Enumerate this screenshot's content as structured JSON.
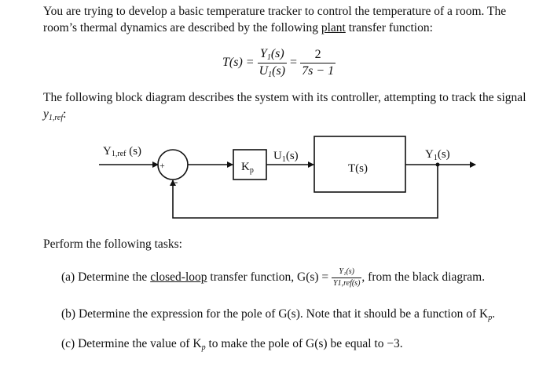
{
  "intro": {
    "line1": "You are trying to develop a basic temperature tracker to control the temperature of a room. The",
    "line2_pre": "room’s thermal dynamics are described by the following ",
    "line2_link": "plant",
    "line2_post": " transfer function:"
  },
  "equation": {
    "lhs": "T(s) =",
    "frac1_num": "Y",
    "frac1_num_sub": "1",
    "frac1_num_arg": "(s)",
    "frac1_den": "U",
    "frac1_den_sub": "1",
    "frac1_den_arg": "(s)",
    "equals": "=",
    "frac2_num": "2",
    "frac2_den": "7s − 1"
  },
  "block_intro": {
    "line1": "The following block diagram describes the system with its controller, attempting to track the signal",
    "line2_var": "y",
    "line2_sub": "1,ref",
    "line2_post": ":"
  },
  "diagram": {
    "input_label": "Y",
    "input_sub": "1,ref",
    "input_arg": " (s)",
    "plus_sign": "+",
    "minus_sign": "-",
    "gain_label": "K",
    "gain_sub": "p",
    "control_label": "U",
    "control_sub": "1",
    "control_arg": "(s)",
    "plant_label": "T(s)",
    "output_label": "Y",
    "output_sub": "1",
    "output_arg": "(s)"
  },
  "tasks": {
    "heading": "Perform the following tasks:",
    "a_pre": "(a) Determine the ",
    "a_link": "closed-loop",
    "a_mid": " transfer function, G(s) = ",
    "a_frac_num": "Y₁(s)",
    "a_frac_den": "Y1,ref(s)",
    "a_post": ", from the black diagram.",
    "b_pre": "(b) Determine the expression for the pole of G(s). Note that it should be a function of K",
    "b_sub": "p",
    "b_post": ".",
    "c_pre": "(c) Determine the value of K",
    "c_sub": "p",
    "c_post": " to make the pole of G(s) be equal to −3."
  }
}
